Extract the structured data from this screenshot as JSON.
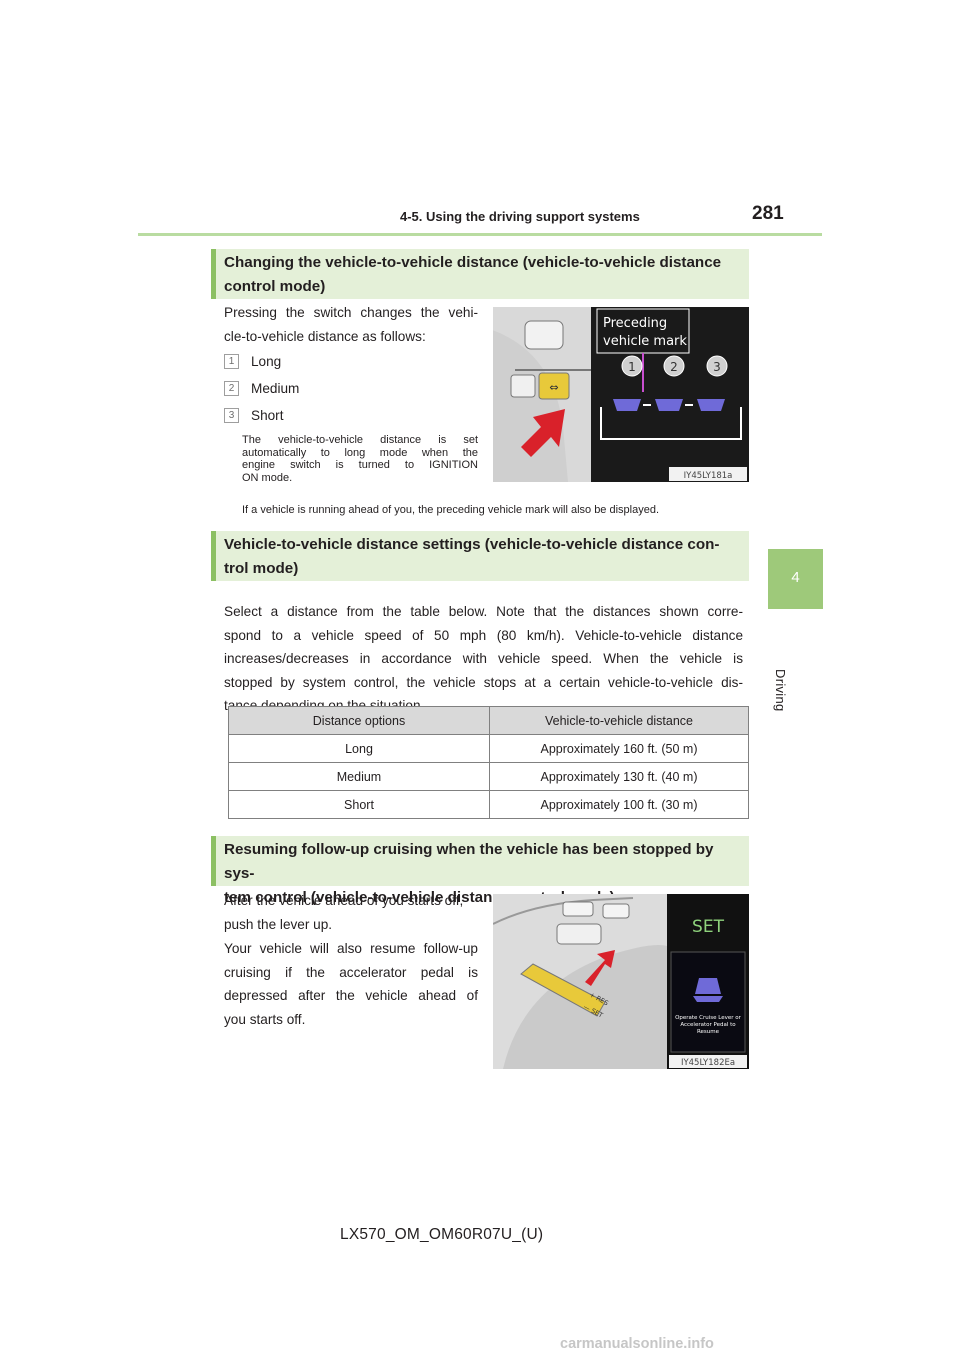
{
  "header": {
    "section": "4-5. Using the driving support systems",
    "page_number": "281"
  },
  "tab": {
    "number": "4",
    "label": "Driving"
  },
  "section1": {
    "heading_line1": "Changing the vehicle-to-vehicle distance (vehicle-to-vehicle distance",
    "heading_line2": "control mode)",
    "intro_line1": "Pressing the switch changes the vehi-",
    "intro_line2": "cle-to-vehicle distance as follows:",
    "items": [
      {
        "num": "1",
        "label": "Long"
      },
      {
        "num": "2",
        "label": "Medium"
      },
      {
        "num": "3",
        "label": "Short"
      }
    ],
    "note_lines": [
      "The vehicle-to-vehicle distance is set",
      "automatically to long mode when the",
      "engine switch is turned to IGNITION",
      "ON mode."
    ],
    "note2": "If a vehicle is running ahead of you, the preceding vehicle mark will also be displayed.",
    "figure": {
      "callout_line1": "Preceding",
      "callout_line2": "vehicle mark",
      "markers": [
        "1",
        "2",
        "3"
      ],
      "code": "IY45LY181a"
    }
  },
  "section2": {
    "heading_line1": "Vehicle-to-vehicle distance settings (vehicle-to-vehicle distance con-",
    "heading_line2": "trol mode)",
    "body_lines": [
      "Select a distance from the table below. Note that the distances shown corre-",
      "spond to a vehicle speed of 50 mph (80 km/h). Vehicle-to-vehicle distance",
      "increases/decreases in accordance with vehicle speed. When the vehicle is",
      "stopped by system control, the vehicle stops at a certain vehicle-to-vehicle dis-",
      "tance depending on the situation."
    ],
    "table": {
      "headers": [
        "Distance options",
        "Vehicle-to-vehicle distance"
      ],
      "rows": [
        [
          "Long",
          "Approximately 160 ft. (50 m)"
        ],
        [
          "Medium",
          "Approximately 130 ft. (40 m)"
        ],
        [
          "Short",
          "Approximately 100 ft. (30 m)"
        ]
      ]
    }
  },
  "section3": {
    "heading_line1": "Resuming follow-up cruising when the vehicle has been stopped by sys-",
    "heading_line2": "tem control (vehicle-to-vehicle distance control mode)",
    "para1_lines": [
      "After the vehicle ahead of you starts off,",
      "push the lever up."
    ],
    "para2_lines": [
      "Your vehicle will also resume follow-up",
      "cruising if the accelerator pedal is",
      "depressed after the vehicle ahead of",
      "you starts off."
    ],
    "figure": {
      "display_text": "SET",
      "screen_message_lines": [
        "Operate Cruise Lever or",
        "Accelerator Pedal to",
        "Resume"
      ],
      "lever_labels": [
        "+ RES",
        "— SET"
      ],
      "code": "IY45LY182Ea"
    }
  },
  "footer": {
    "doc_code": "LX570_OM_OM60R07U_(U)"
  },
  "watermark": "carmanualsonline.info",
  "colors": {
    "accent_green": "#8cc063",
    "heading_bg": "#e4f0d8",
    "tab_green": "#9ec97a",
    "arrow_red": "#d9212a"
  }
}
